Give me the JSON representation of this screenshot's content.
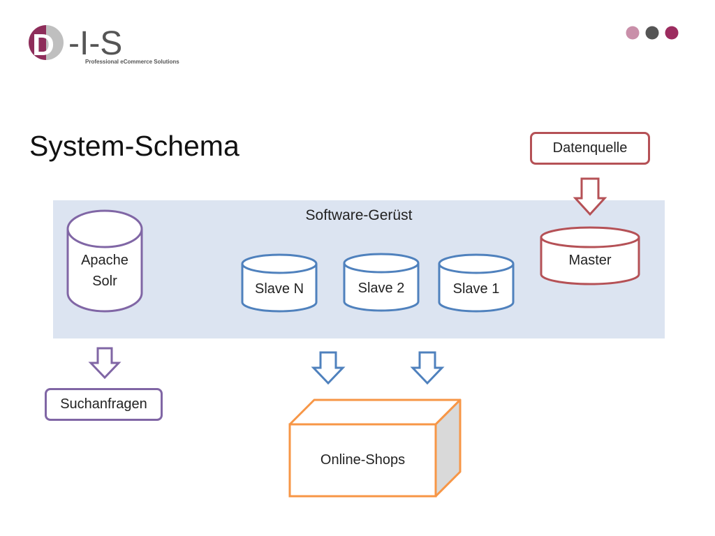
{
  "logo": {
    "text_d": "D",
    "text_rest": "-I-S",
    "tagline": "Professional eCommerce Solutions"
  },
  "header": {
    "dot_colors": [
      "#c98fa9",
      "#555555",
      "#9c2c5f"
    ]
  },
  "title": "System-Schema",
  "diagram": {
    "framework_label": "Software-Gerüst",
    "datasource": "Datenquelle",
    "master": "Master",
    "solr_line1": "Apache",
    "solr_line2": "Solr",
    "slaves": [
      "Slave N",
      "Slave 2",
      "Slave 1"
    ],
    "search_queries": "Suchanfragen",
    "shops": "Online-Shops",
    "colors": {
      "solr": "#8066a5",
      "slave": "#4f81bd",
      "master": "#b55156",
      "shops": "#f79646",
      "framework_bg": "#dce4f1"
    }
  }
}
